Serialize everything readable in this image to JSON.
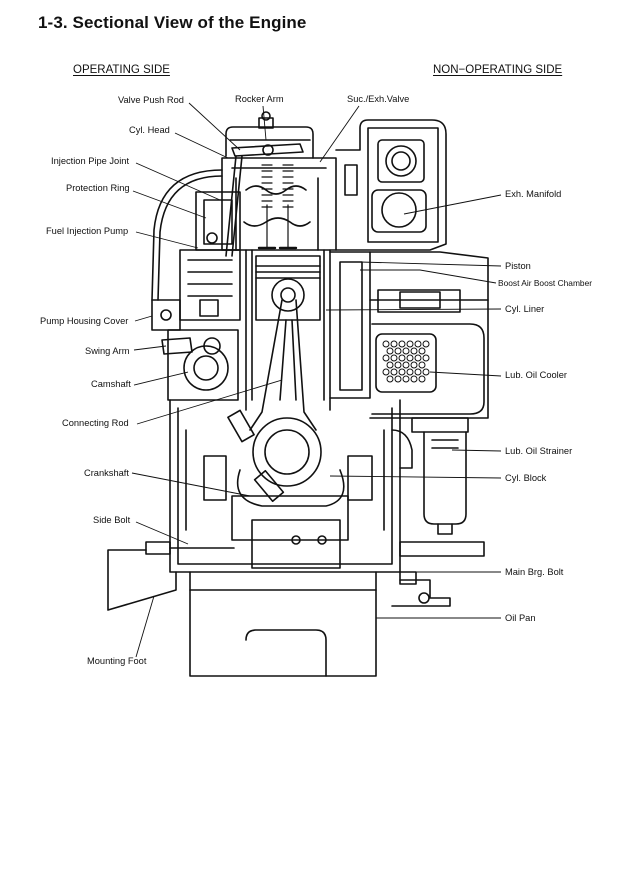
{
  "title": "1-3. Sectional View of the Engine",
  "sides": {
    "left": "OPERATING SIDE",
    "right": "NON−OPERATING SIDE"
  },
  "labels": {
    "valve_push_rod": "Valve Push Rod",
    "rocker_arm": "Rocker Arm",
    "suc_exh_valve": "Suc./Exh.Valve",
    "cyl_head": "Cyl. Head",
    "injection_pipe_joint": "Injection Pipe Joint",
    "protection_ring": "Protection Ring",
    "exh_manifold": "Exh. Manifold",
    "fuel_injection_pump": "Fuel Injection Pump",
    "piston": "Piston",
    "boost_air_boost_chamber": "Boost Air Boost Chamber",
    "cyl_liner": "Cyl. Liner",
    "pump_housing_cover": "Pump Housing Cover",
    "swing_arm": "Swing Arm",
    "lub_oil_cooler": "Lub. Oil Cooler",
    "camshaft": "Camshaft",
    "connecting_rod": "Connecting Rod",
    "lub_oil_strainer": "Lub. Oil Strainer",
    "crankshaft": "Crankshaft",
    "cyl_block": "Cyl. Block",
    "side_bolt": "Side Bolt",
    "main_brg_bolt": "Main Brg. Bolt",
    "oil_pan": "Oil Pan",
    "mounting_foot": "Mounting Foot"
  }
}
